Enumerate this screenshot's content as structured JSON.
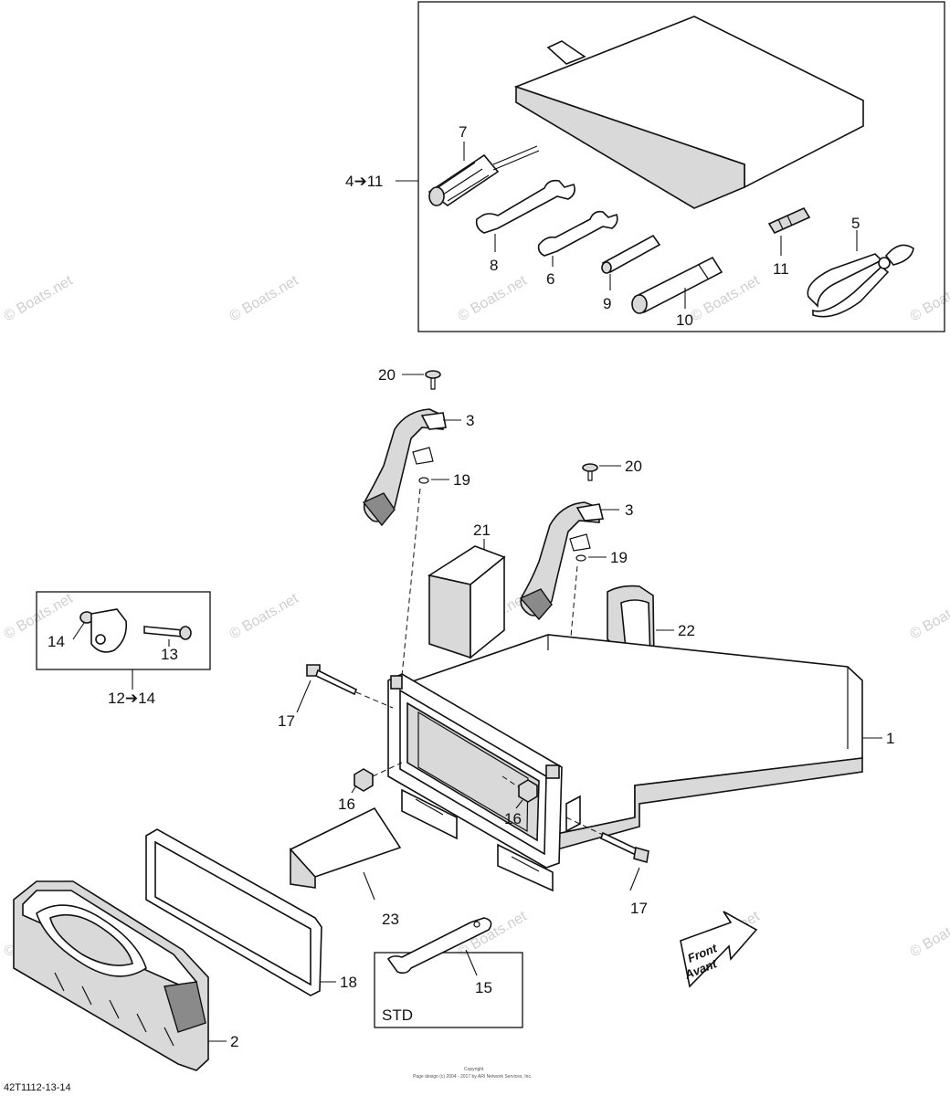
{
  "diagram": {
    "callouts": {
      "c4to11": "4➔11",
      "c7": "7",
      "c8": "8",
      "c6": "6",
      "c9": "9",
      "c10": "10",
      "c11": "11",
      "c5": "5",
      "c20a": "20",
      "c3a": "3",
      "c19a": "19",
      "c20b": "20",
      "c3b": "3",
      "c19b": "19",
      "c21": "21",
      "c22": "22",
      "c14": "14",
      "c13": "13",
      "c12to14": "12➔14",
      "c17a": "17",
      "c1": "1",
      "c16a": "16",
      "c16b": "16",
      "c23": "23",
      "c17b": "17",
      "c18": "18",
      "c15": "15",
      "c2": "2"
    },
    "std_label": "STD",
    "front_line1": "Front",
    "front_line2": "Avant",
    "drawing_code": "42T1112-13-14",
    "footer_line1": "Copyright",
    "footer_line2": "Page design (c) 2004 - 2017 by ARI Network Services, Inc.",
    "watermark": "© Boats.net"
  }
}
